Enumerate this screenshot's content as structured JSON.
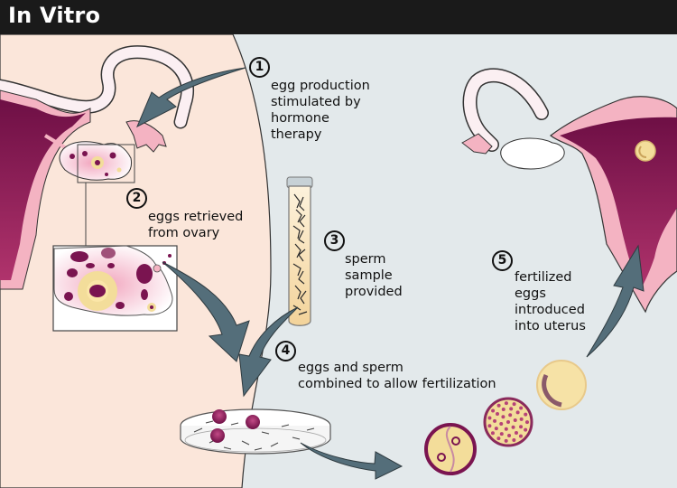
{
  "title": "In Vitro",
  "colors": {
    "title_bar": "#1a1a1a",
    "body_skin": "#fbe6da",
    "background": "#e3e9eb",
    "arrow": "#546e7a",
    "uterus_dark": "#7a1450",
    "uterus_light": "#f4b3c2",
    "egg_yellow": "#f3dd9a"
  },
  "steps": [
    {
      "number": "1",
      "text_lines": [
        "egg production",
        "stimulated by",
        "hormone",
        "therapy"
      ]
    },
    {
      "number": "2",
      "text_lines": [
        "eggs retrieved",
        "from ovary"
      ]
    },
    {
      "number": "3",
      "text_lines": [
        "sperm",
        "sample",
        "provided"
      ]
    },
    {
      "number": "4",
      "text_lines": [
        "eggs and sperm",
        "combined to allow fertilization"
      ]
    },
    {
      "number": "5",
      "text_lines": [
        "fertilized",
        "eggs",
        "introduced",
        "into uterus"
      ]
    }
  ]
}
